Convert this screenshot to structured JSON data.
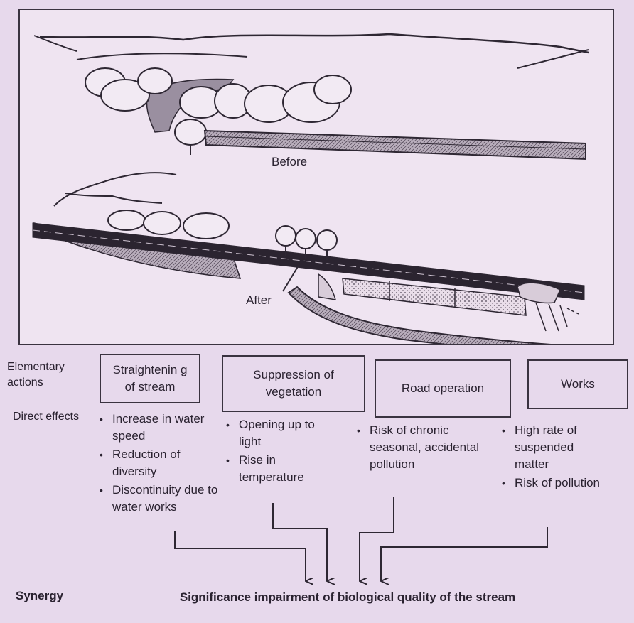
{
  "illustration": {
    "before_label": "Before",
    "after_label": "After"
  },
  "row_labels": {
    "elementary_actions": "Elementary actions",
    "direct_effects": "Direct effects",
    "synergy": "Synergy"
  },
  "actions": [
    {
      "label": "Straightenin g of stream",
      "effects": [
        "Increase in water speed",
        "Reduction of diversity",
        "Discontinuity due to water works"
      ]
    },
    {
      "label": "Suppression of vegetation",
      "effects": [
        "Opening up to light",
        "Rise in temperature"
      ]
    },
    {
      "label": "Road operation",
      "effects": [
        "Risk of chronic seasonal, accidental pollution"
      ]
    },
    {
      "label": "Works",
      "effects": [
        "High rate of suspended matter",
        "Risk of pollution"
      ]
    }
  ],
  "conclusion": "Significance impairment of biological quality of the stream"
}
